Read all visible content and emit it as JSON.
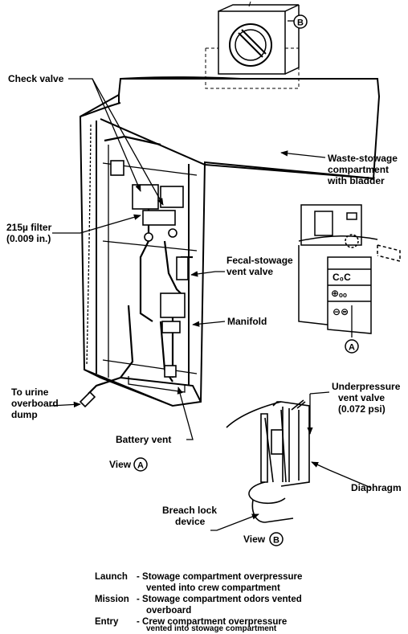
{
  "labels": {
    "check_valve": "Check valve",
    "waste_stowage": [
      "Waste-stowage",
      "compartment",
      "with bladder"
    ],
    "filter": [
      "215µ filter",
      "(0.009 in.)"
    ],
    "fecal_vent": [
      "Fecal-stowage",
      "vent valve"
    ],
    "manifold": "Manifold",
    "urine_dump": [
      "To urine",
      "overboard",
      "dump"
    ],
    "battery_vent": "Battery vent",
    "view_a": "View",
    "underpressure": [
      "Underpressure",
      "vent valve",
      "(0.072 psi)"
    ],
    "diaphragm": "Diaphragm",
    "breach_lock": [
      "Breach lock",
      "device"
    ],
    "view_b": "View"
  },
  "callouts": {
    "a": "A",
    "b": "B"
  },
  "legend": [
    {
      "phase": "Launch",
      "lines": [
        "- Stowage compartment overpressure",
        "vented into crew compartment"
      ]
    },
    {
      "phase": "Mission",
      "lines": [
        "- Stowage compartment odors vented",
        "overboard"
      ]
    },
    {
      "phase": "Entry",
      "lines": [
        "- Crew compartment overpressure",
        "vented into stowage compartment"
      ]
    }
  ]
}
